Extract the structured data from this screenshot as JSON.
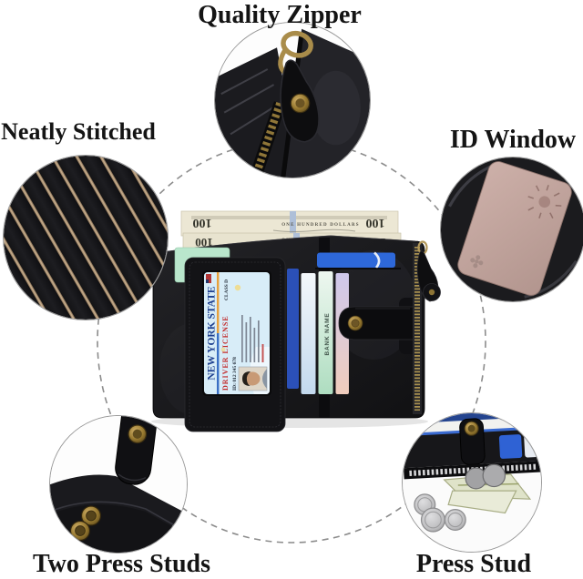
{
  "labels": {
    "top": "Quality Zipper",
    "left": "Neatly Stitched",
    "right": "ID Window",
    "bottom_left": "Two Press Studs",
    "bottom_right": "Press Stud"
  },
  "wallet": {
    "bills": {
      "denomination": "100",
      "band_text": "ONE HUNDRED DOLLARS"
    },
    "license": {
      "state": "NEW YORK STATE",
      "title": "DRIVER LICENSE",
      "id_number": "ID: 012 345 678",
      "license_class": "CLASS D"
    },
    "cards": {
      "bank_card_label": "BANK NAME"
    }
  },
  "colors": {
    "background": "#ffffff",
    "leather_black": "#1a1a1d",
    "brass": "#a98c4a",
    "id_window_pink": "#c2a39d",
    "license_header_blue": "#1d3f8f",
    "license_red": "#c22a2a",
    "bill_paper": "#ece7d4",
    "mint_card": "#b9e0c8",
    "blue_card": "#2e68d9",
    "dashed_line": "#8c8c8c",
    "label_text": "#141414"
  }
}
